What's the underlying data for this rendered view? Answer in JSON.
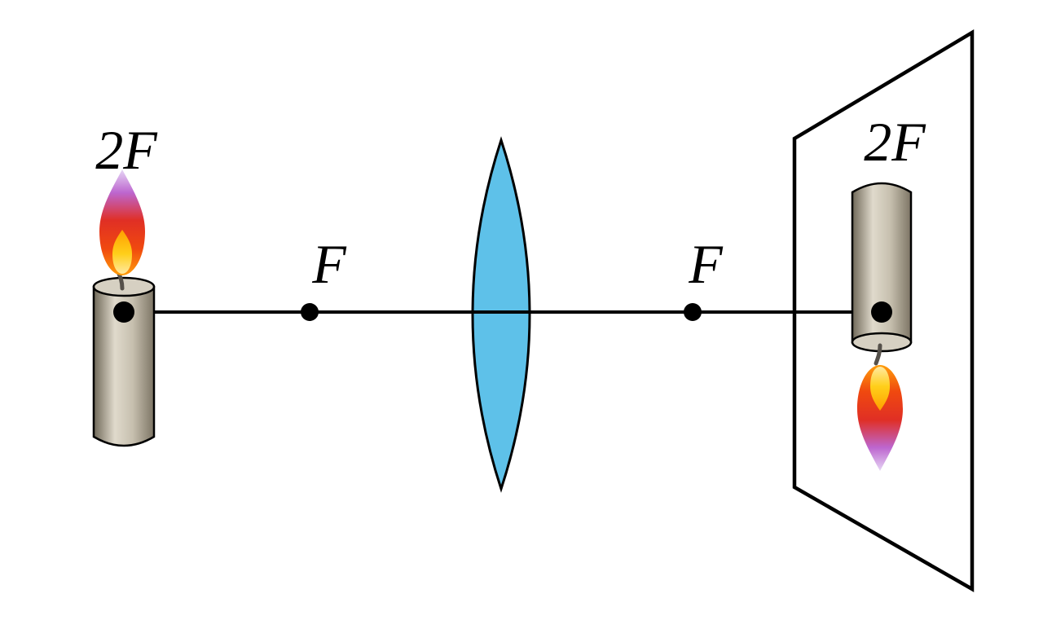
{
  "figure": {
    "description": "Converging lens diagram: candle object at 2F forms a real inverted same-size image at 2F on a screen",
    "labels": {
      "object_2f": "2F",
      "focus_left": "F",
      "focus_right": "F",
      "image_2f": "2F"
    },
    "colors": {
      "background": "#ffffff",
      "outline": "#000000",
      "axis": "#000000",
      "dot": "#000000",
      "lens_fill": "#5ec1e9",
      "screen_fill": "#ffffff",
      "candle_dark": "#6f6858",
      "candle_light": "#e0dacc",
      "candle_mid": "#c6bfae",
      "candle_edge": "#7d7565",
      "candle_top": "#d6d0c2",
      "wick": "#55504a",
      "flame_tip": "#e6d6f5",
      "flame_purple": "#bd66cf",
      "flame_red": "#e02f25",
      "flame_deep_orange": "#f0490f",
      "flame_orange": "#ff9d0a",
      "flame_core_deep": "#ff9e00",
      "flame_core": "#ffcf1a",
      "flame_core_light": "#ffe9a0"
    }
  }
}
